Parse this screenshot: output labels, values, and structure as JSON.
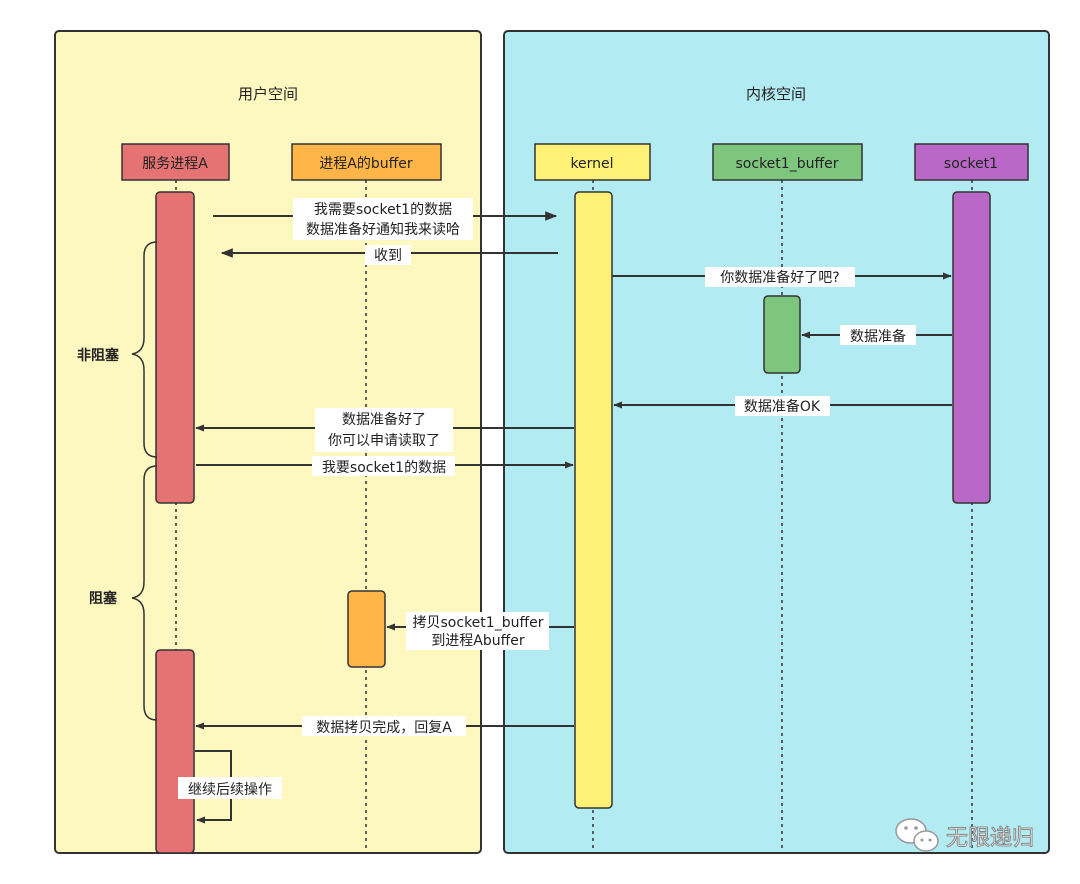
{
  "regions": {
    "user_space": {
      "title": "用户空间"
    },
    "kernel_space": {
      "title": "内核空间"
    }
  },
  "participants": {
    "service": {
      "label": "服务进程A",
      "color": "#e57373"
    },
    "buffer": {
      "label": "进程A的buffer",
      "color": "#ffb547"
    },
    "kernel": {
      "label": "kernel",
      "color": "#fff176"
    },
    "socket_buffer": {
      "label": "socket1_buffer",
      "color": "#7ec67e"
    },
    "socket": {
      "label": "socket1",
      "color": "#b968c7"
    }
  },
  "colors": {
    "user_bg": "#fdf7c0",
    "kernel_bg": "#b3ebf2",
    "border": "#333333"
  },
  "messages": {
    "m1_line1": "我需要socket1的数据",
    "m1_line2": "数据准备好通知我来读哈",
    "m2": "收到",
    "m3": "你数据准备好了吧?",
    "m4": "数据准备",
    "m5": "数据准备OK",
    "m6_line1": "数据准备好了",
    "m6_line2": "你可以申请读取了",
    "m7": "我要socket1的数据",
    "m8_line1": "拷贝socket1_buffer",
    "m8_line2": "到进程Abuffer",
    "m9": "数据拷贝完成，回复A",
    "m10": "继续后续操作"
  },
  "phases": {
    "non_blocking": "非阻塞",
    "blocking": "阻塞"
  },
  "watermark": {
    "text": "无限递归",
    "icon": "wechat-icon"
  }
}
